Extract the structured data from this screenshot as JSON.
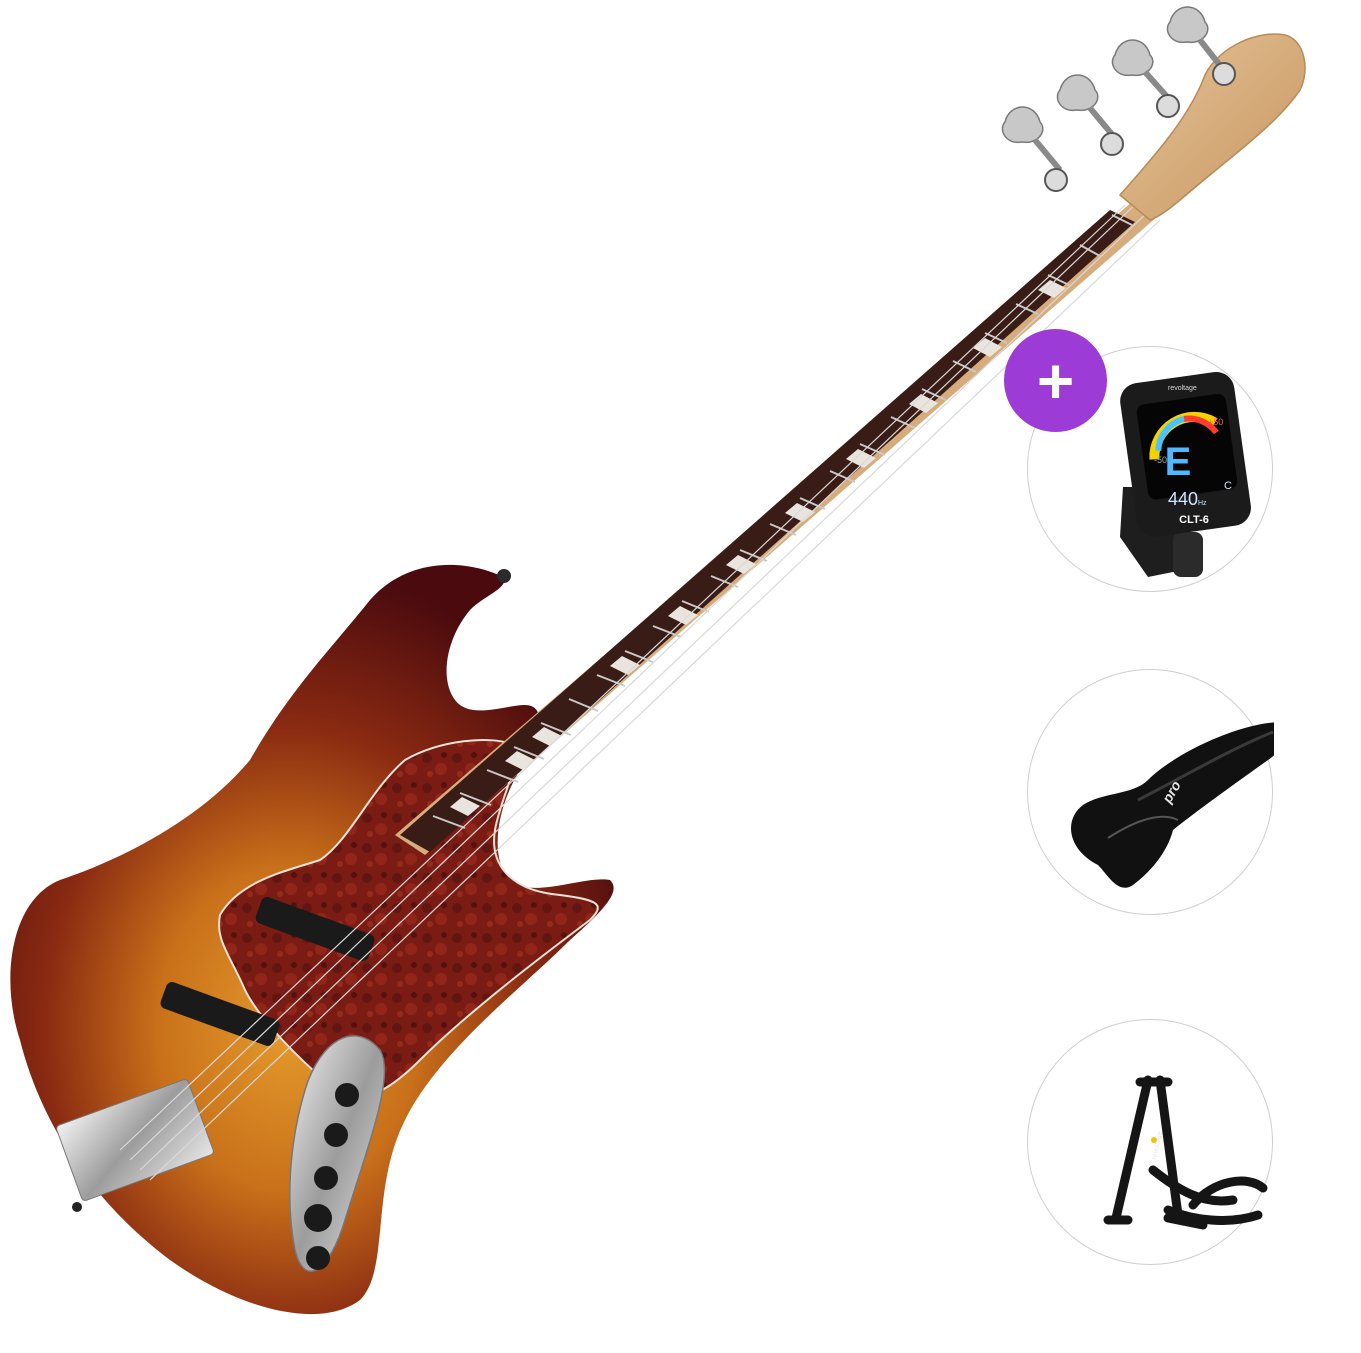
{
  "product": {
    "name": "Electric bass guitar bundle",
    "colors": {
      "body_sunburst_center": "#d98a1e",
      "body_sunburst_edge": "#5a0d10",
      "pickguard": "#7a1c14",
      "fretboard": "#3a1c16",
      "neck_maple": "#d9b48a",
      "accent_plus": "#9d3bd6"
    }
  },
  "bundle": {
    "plus_symbol": "+",
    "items": [
      {
        "icon": "clip-tuner-icon",
        "brand": "revoltage",
        "display_note": "E",
        "display_freq": "440",
        "display_freq_unit": "Hz",
        "display_left": "-50",
        "display_right": "+50",
        "display_mode": "C",
        "model": "CLT-6"
      },
      {
        "icon": "gig-bag-icon",
        "brand": "pro"
      },
      {
        "icon": "guitar-stand-icon",
        "brand": "revoltage"
      }
    ]
  }
}
